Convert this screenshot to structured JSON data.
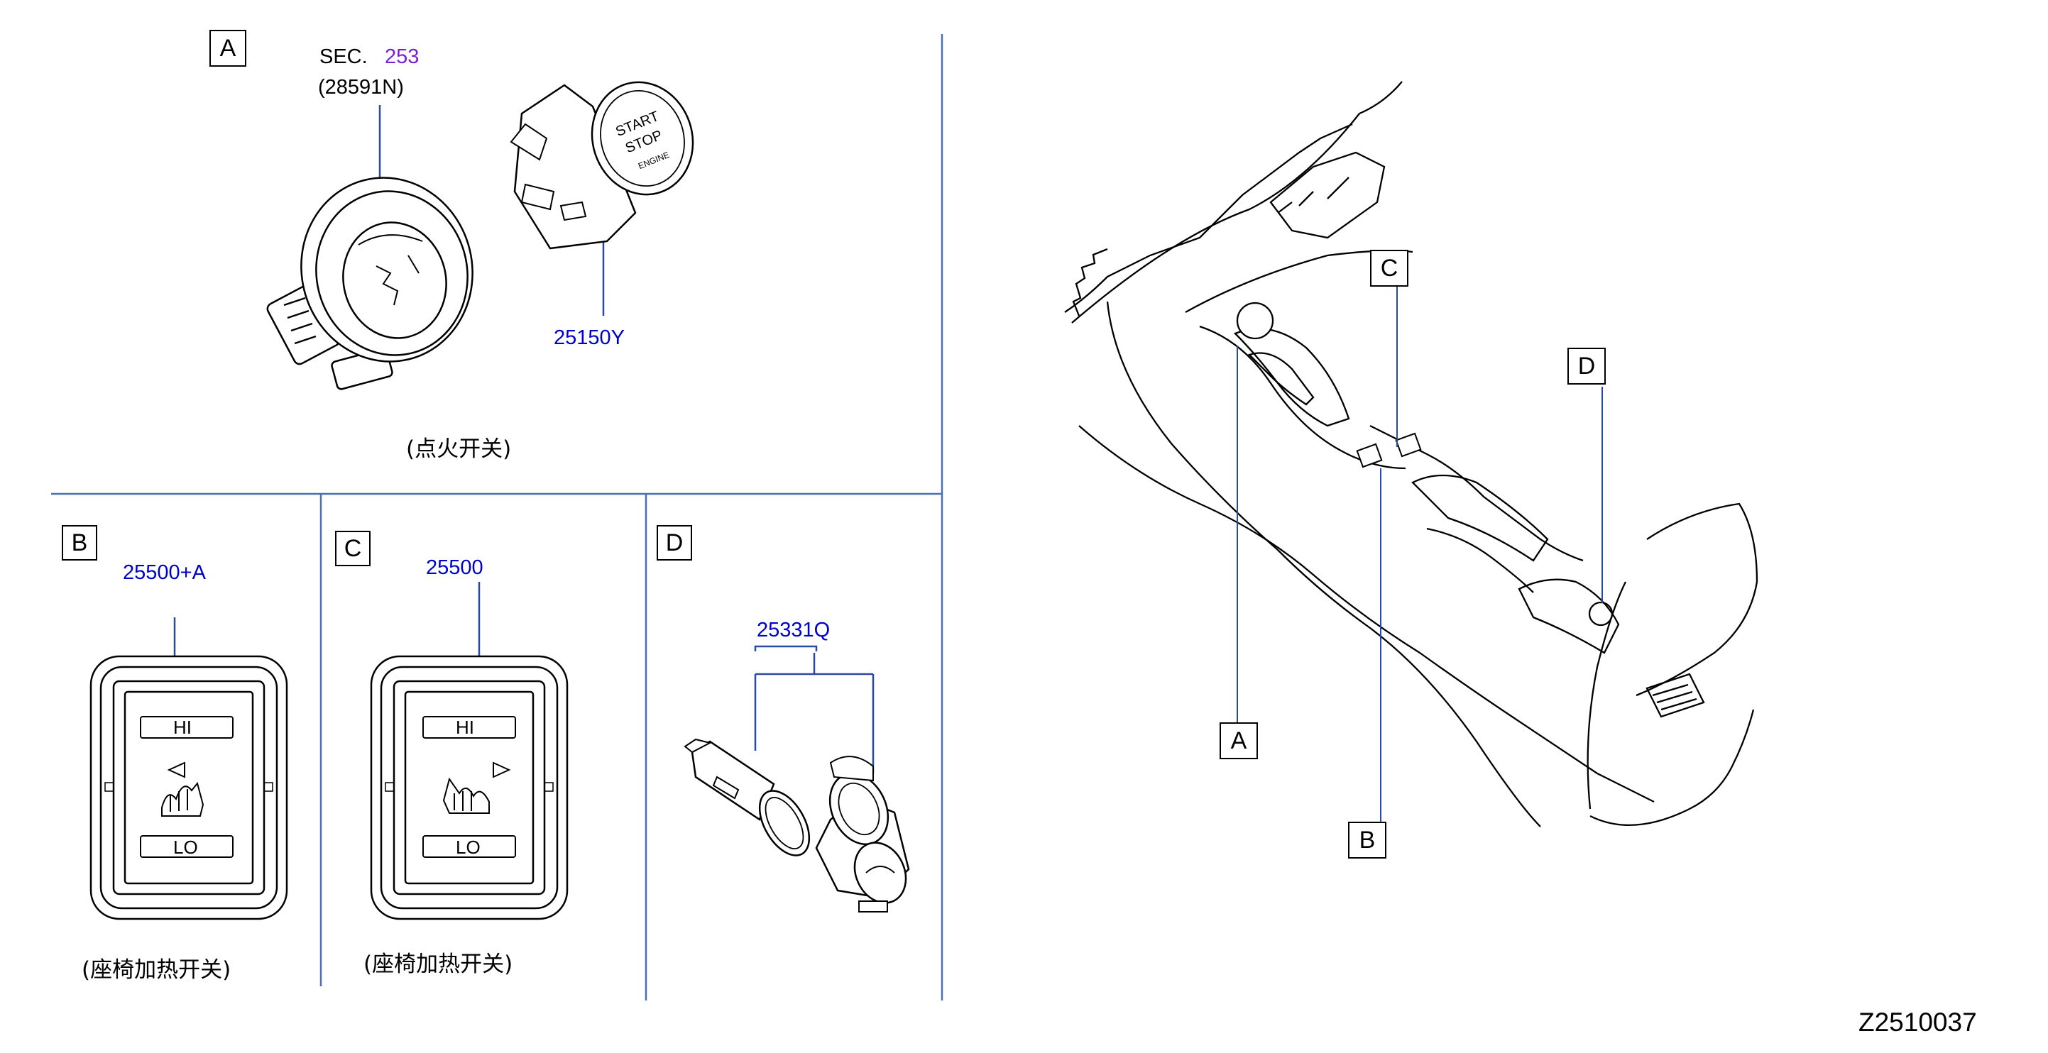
{
  "colors": {
    "divider": "#4a6fb3",
    "part_number": "#0000cc",
    "section_ref": "#7a1fd6",
    "drawing": "#000000"
  },
  "section_a": {
    "label": "A",
    "sec_prefix": "SEC.",
    "sec_number": "253",
    "sec_part": "(28591N)",
    "part_number": "25150Y",
    "button_text": [
      "START",
      "STOP",
      "ENGINE"
    ],
    "caption": "(点火开关)"
  },
  "section_b": {
    "label": "B",
    "part_number": "25500+A",
    "hi": "HI",
    "lo": "LO",
    "caption": "(座椅加热开关)"
  },
  "section_c": {
    "label": "C",
    "part_number": "25500",
    "hi": "HI",
    "lo": "LO",
    "caption": "(座椅加热开关)"
  },
  "section_d": {
    "label": "D",
    "part_number": "25331Q"
  },
  "console_callouts": {
    "a": "A",
    "b": "B",
    "c": "C",
    "d": "D"
  },
  "drawing_id": "Z2510037"
}
